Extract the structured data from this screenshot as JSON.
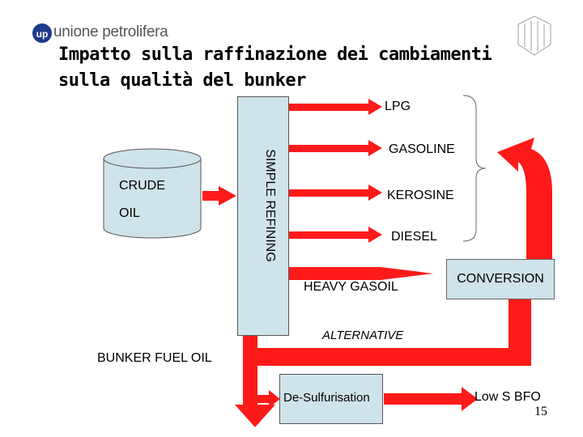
{
  "header": {
    "logo_text": "unione petrolifera",
    "logo_abbrev": "up",
    "title_line1": "Impatto sulla raffinazione dei cambiamenti",
    "title_line2": "sulla qualità del bunker"
  },
  "diagram": {
    "crude_line1": "CRUDE",
    "crude_line2": "OIL",
    "refining_label": "SIMPLE REFINING",
    "products": {
      "lpg": "LPG",
      "gasoline": "GASOLINE",
      "kerosine": "KEROSINE",
      "diesel": "DIESEL",
      "heavy_gasoil": "HEAVY GASOIL"
    },
    "conversion_label": "CONVERSION",
    "alternative_label": "ALTERNATIVE",
    "bunker_label": "BUNKER FUEL OIL",
    "desulf_label": "De-Sulfurisation",
    "low_s_label": "Low S BFO"
  },
  "colors": {
    "arrow": "#ff1a1a",
    "box_fill": "#cfe3ea",
    "logo_blue": "#1e3a8a"
  },
  "page_number": "15"
}
